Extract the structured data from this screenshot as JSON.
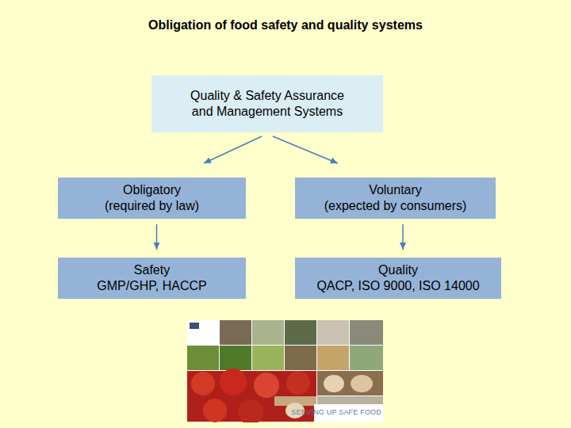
{
  "diagram": {
    "title": "Obligation of food safety and quality systems",
    "nodes": [
      {
        "text": [
          "Quality & Safety Assurance and Management Systems"
        ]
      },
      {
        "text": [
          "Obligatory",
          "(required by law)"
        ]
      },
      {
        "text": [
          "Voluntary",
          "(expected by consumers)"
        ]
      },
      {
        "text": [
          "Safety",
          "GMP/GHP, HACCP"
        ]
      },
      {
        "text": [
          "Quality",
          "QACP, ISO 9000, ISO 14000"
        ]
      }
    ],
    "edges": [
      {
        "from": 0,
        "to": 1,
        "arrow": "to"
      },
      {
        "from": 0,
        "to": 2,
        "arrow": "to"
      },
      {
        "from": 1,
        "to": 3,
        "arrow": "to"
      },
      {
        "from": 2,
        "to": 4,
        "arrow": "to"
      }
    ],
    "labels": [
      "SERVING UP SAFE FOOD"
    ]
  }
}
